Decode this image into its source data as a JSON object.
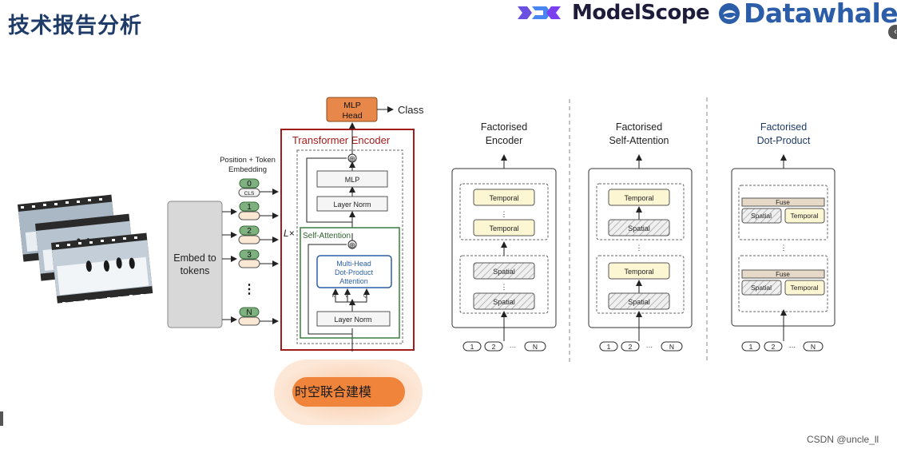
{
  "header": {
    "title": "技术报告分析",
    "modelscope_text": "ModelScope",
    "datawhale_text": "Datawhale"
  },
  "vivit": {
    "class_label": "Class",
    "mlp_head": [
      "MLP",
      "Head"
    ],
    "position_token": [
      "Position + Token",
      "Embedding"
    ],
    "tokens": [
      "0",
      "1",
      "2",
      "3",
      "N"
    ],
    "cls": "CLS",
    "ellipsis": "⋮",
    "embed": [
      "Embed to",
      "tokens"
    ],
    "transformer_encoder": "Transformer  Encoder",
    "lx": "L×",
    "mlp": "MLP",
    "layer_norm": "Layer Norm",
    "self_attention": "Self-Attention",
    "mhdpa": [
      "Multi-Head",
      "Dot-Product",
      "Attention"
    ],
    "kvq": [
      "K",
      "V",
      "Q"
    ],
    "plus": "⊕"
  },
  "models": {
    "factorised_encoder": [
      "Factorised",
      "Encoder"
    ],
    "factorised_self_attention": [
      "Factorised",
      "Self-Attention"
    ],
    "factorised_dot_product": [
      "Factorised",
      "Dot-Product"
    ],
    "temporal": "Temporal",
    "spatial": "Spatial",
    "fuse": "Fuse",
    "tokens": [
      "1",
      "2",
      "···",
      "N"
    ]
  },
  "highlight_label": "时空联合建模",
  "watermark": "CSDN @uncle_ll",
  "colors": {
    "title": "#1f3b67",
    "encoder_red": "#a31b1b",
    "mlp_head_orange": "#e8874a",
    "highlight_orange": "#f0843a",
    "green": "#3c7d3c",
    "blue": "#2b5fa5",
    "temporal_fill": "#fdf6d3"
  }
}
